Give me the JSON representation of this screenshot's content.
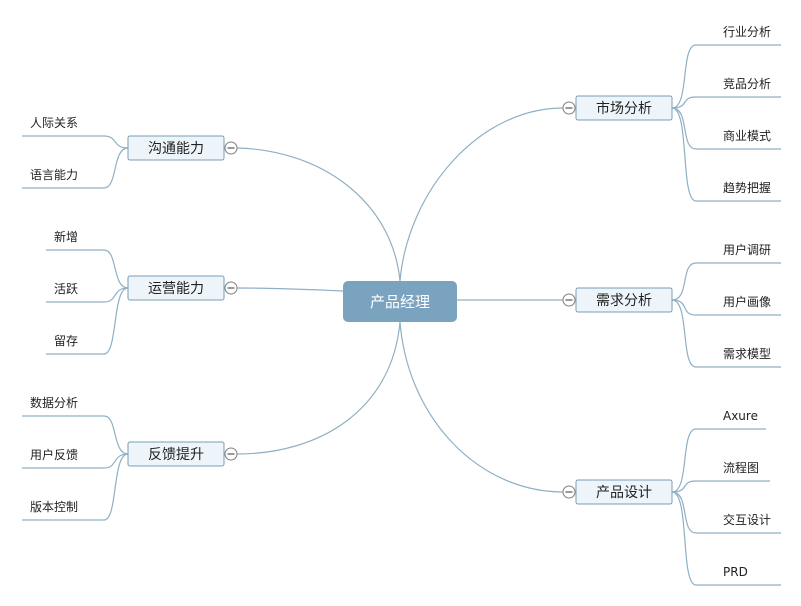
{
  "central": {
    "label": "产品经理"
  },
  "left_branches": [
    {
      "label": "沟通能力",
      "children": [
        "人际关系",
        "语言能力"
      ]
    },
    {
      "label": "运营能力",
      "children": [
        "新增",
        "活跃",
        "留存"
      ]
    },
    {
      "label": "反馈提升",
      "children": [
        "数据分析",
        "用户反馈",
        "版本控制"
      ]
    }
  ],
  "right_branches": [
    {
      "label": "市场分析",
      "children": [
        "行业分析",
        "竞品分析",
        "商业模式",
        "趋势把握"
      ]
    },
    {
      "label": "需求分析",
      "children": [
        "用户调研",
        "用户画像",
        "需求模型"
      ]
    },
    {
      "label": "产品设计",
      "children": [
        "Axure",
        "流程图",
        "交互设计",
        "PRD"
      ]
    }
  ],
  "colors": {
    "central_fill": "#7aa3c0",
    "edge": "#8fb0c4",
    "box_fill": "#eef5fa",
    "box_stroke": "#7a9db4"
  }
}
